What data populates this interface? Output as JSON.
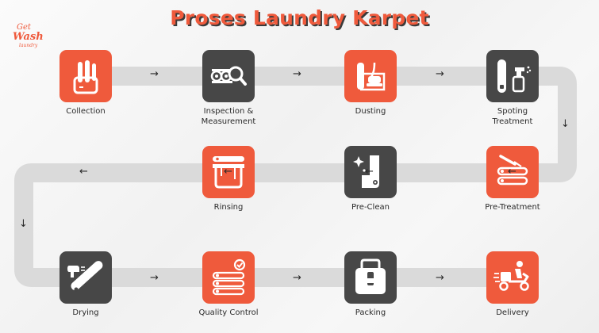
{
  "title": "Proses Laundry Karpet",
  "logo": {
    "line1": "Get",
    "line2": "Wash",
    "line3": "laundry"
  },
  "colors": {
    "accent": "#ef5a3c",
    "dark": "#474747",
    "track": "#dcdcdc",
    "text": "#2a2a2a"
  },
  "steps": [
    {
      "label": "Collection",
      "icon": "hand-icon",
      "tile": "orange"
    },
    {
      "label": "Inspection & Measurement",
      "icon": "magnifier-rolls-icon",
      "tile": "dark"
    },
    {
      "label": "Dusting",
      "icon": "vacuum-carpet-icon",
      "tile": "orange"
    },
    {
      "label": "Spoting Treatment",
      "icon": "spray-icon",
      "tile": "dark"
    },
    {
      "label": "Pre-Treatment",
      "icon": "rolls-brush-icon",
      "tile": "orange"
    },
    {
      "label": "Pre-Clean",
      "icon": "sparkle-carpet-icon",
      "tile": "dark"
    },
    {
      "label": "Rinsing",
      "icon": "rinse-tub-icon",
      "tile": "orange"
    },
    {
      "label": "Drying",
      "icon": "dryer-icon",
      "tile": "dark"
    },
    {
      "label": "Quality Control",
      "icon": "checklist-icon",
      "tile": "orange"
    },
    {
      "label": "Packing",
      "icon": "package-icon",
      "tile": "dark"
    },
    {
      "label": "Delivery",
      "icon": "scooter-icon",
      "tile": "orange"
    }
  ],
  "arrows": {
    "right": "→",
    "left": "←",
    "down": "↓"
  }
}
